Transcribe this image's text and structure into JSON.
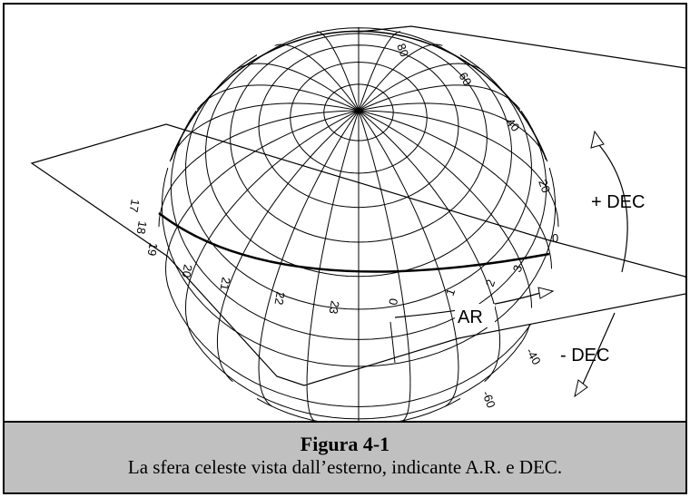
{
  "figure": {
    "axis_labels": {
      "plus_dec": "+ DEC",
      "minus_dec": "- DEC",
      "ar": "AR"
    },
    "dec_ticks": [
      "80",
      "60",
      "40",
      "20",
      "0",
      "-40",
      "-60"
    ],
    "ra_ticks": [
      "3",
      "2",
      "1",
      "0",
      "23",
      "22",
      "21",
      "20",
      "19",
      "18",
      "17"
    ]
  },
  "caption": {
    "title": "Figura 4-1",
    "text": "La sfera celeste vista dall’esterno, indicante A.R. e DEC."
  },
  "colors": {
    "caption_background": "#c0c0c0",
    "line": "#000000"
  }
}
